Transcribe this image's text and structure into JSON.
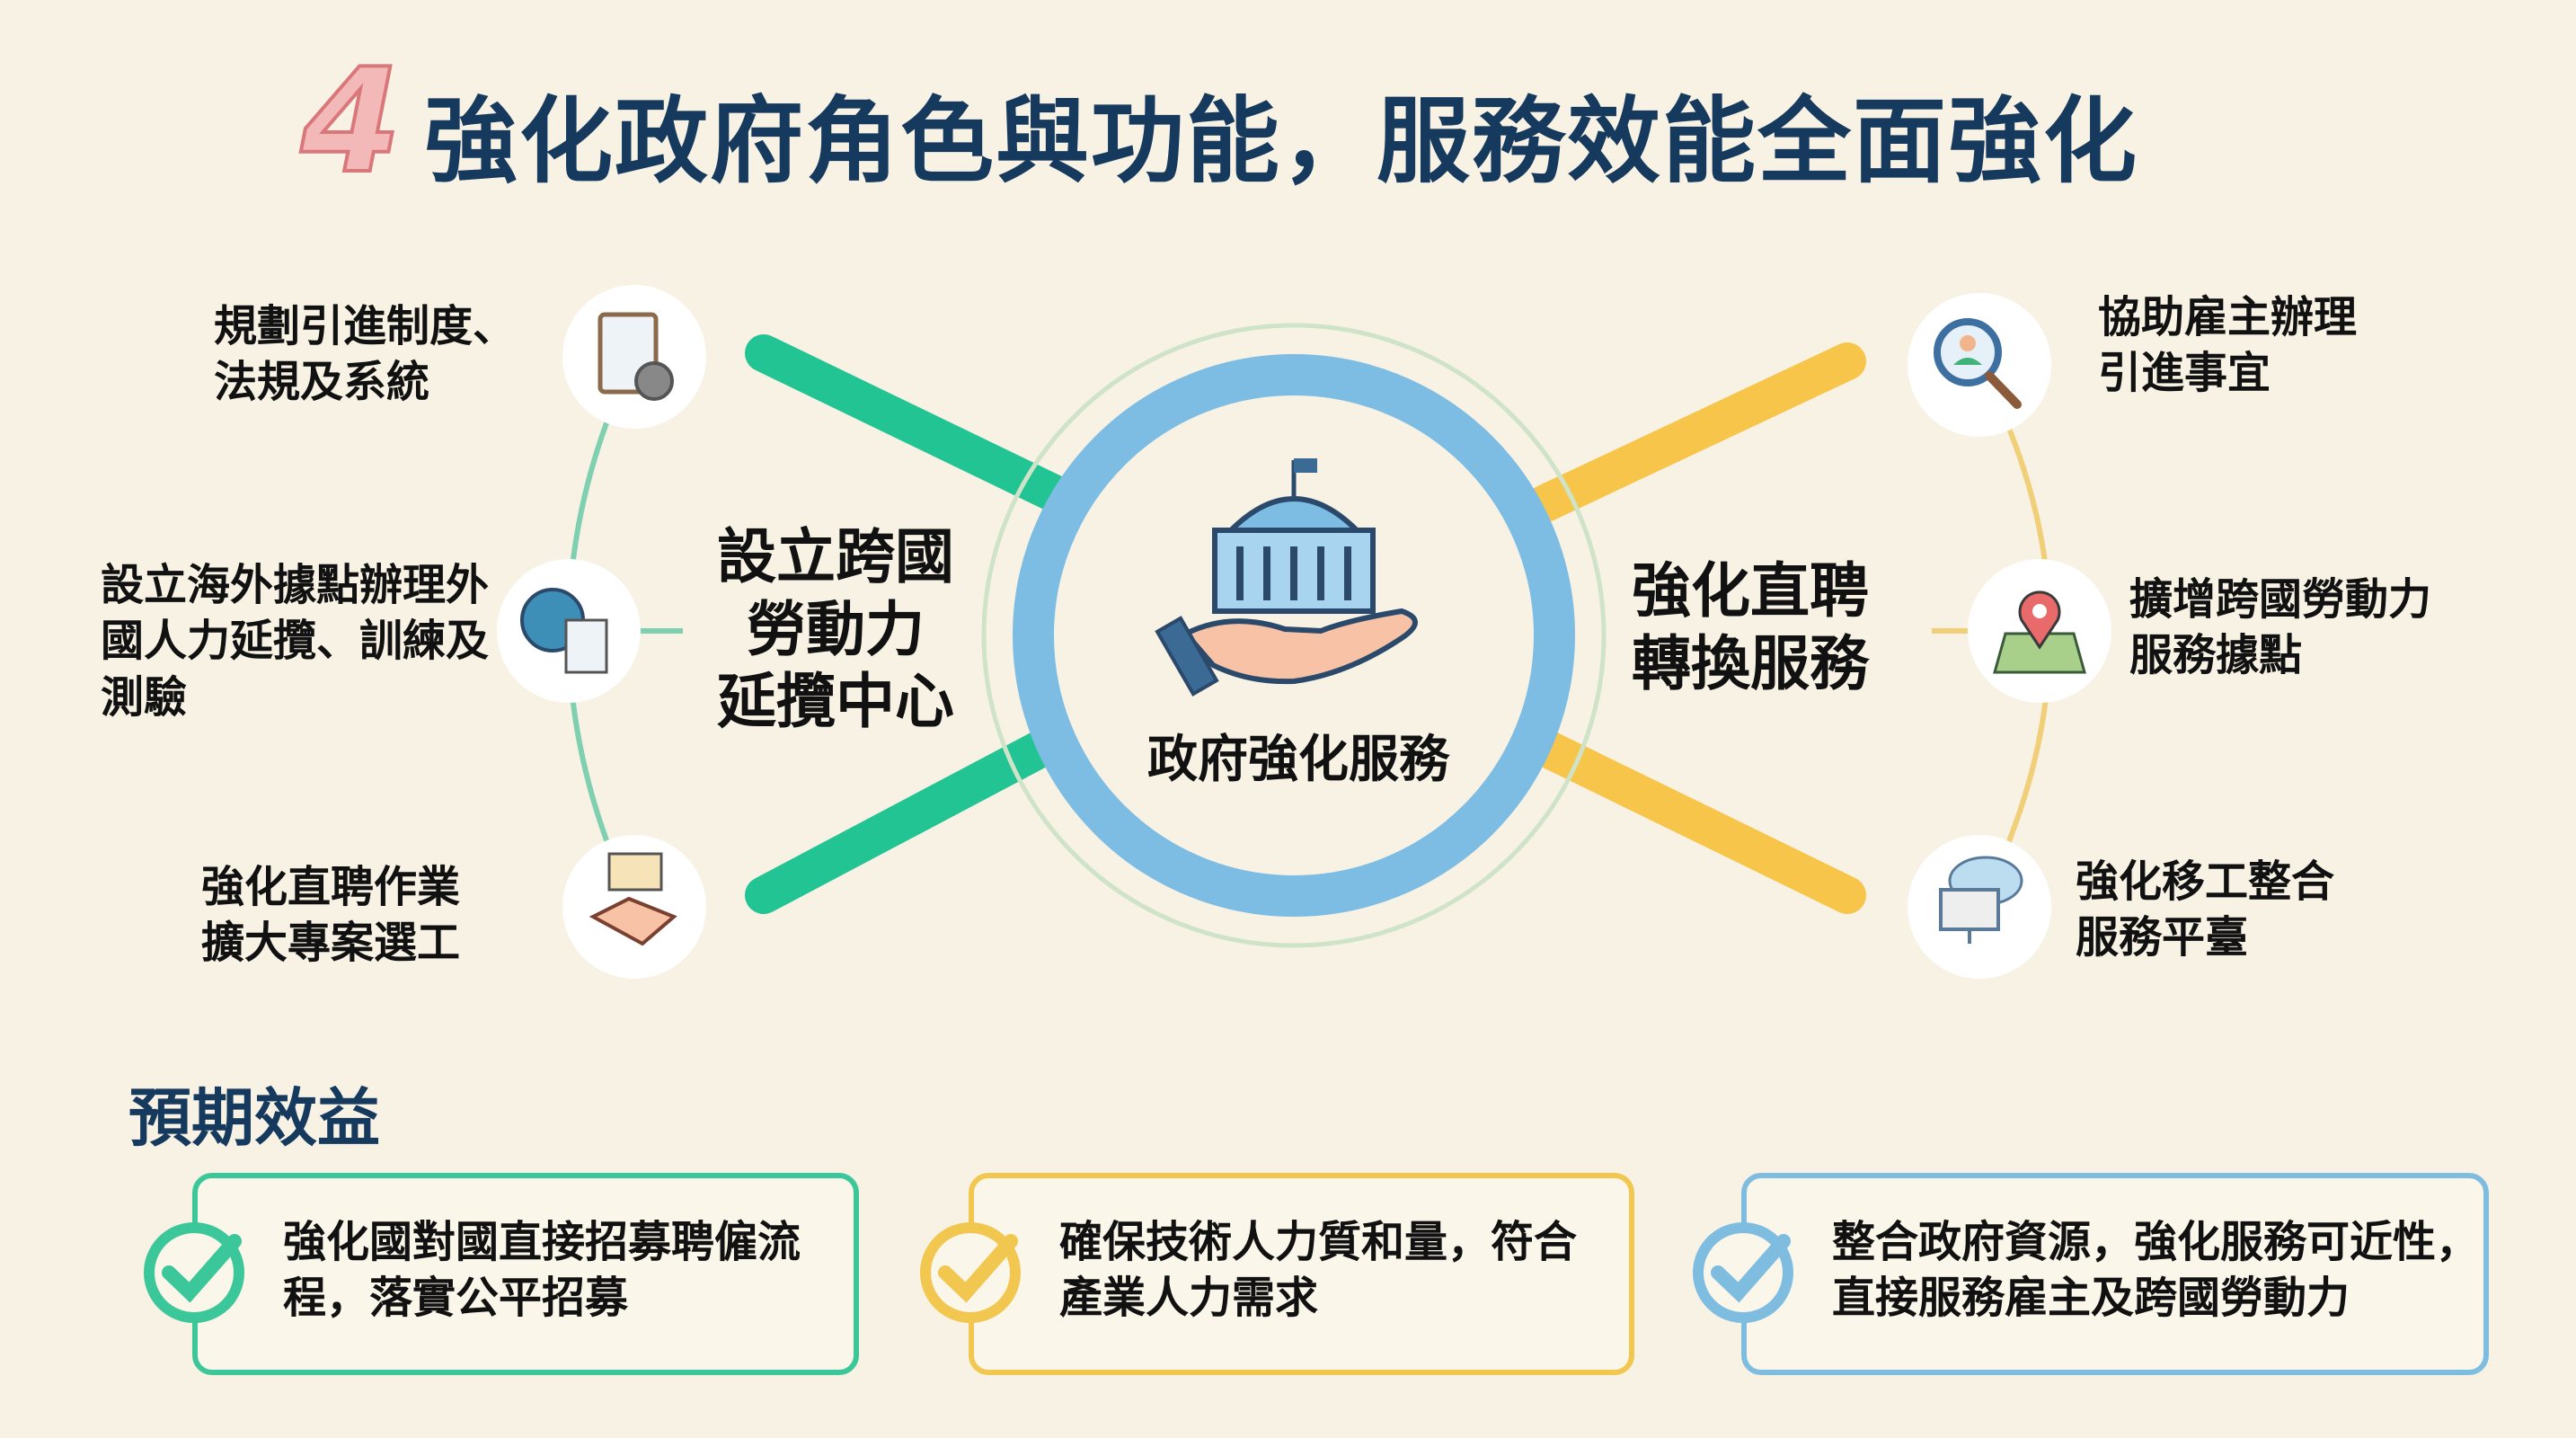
{
  "header": {
    "number": "4",
    "title": "強化政府角色與功能，服務效能全面強化"
  },
  "center": {
    "label": "政府強化服務",
    "icon": "government-building-hand-icon"
  },
  "left_hub": {
    "label_lines": [
      "設立跨國",
      "勞動力",
      "延攬中心"
    ],
    "color": "#22c493"
  },
  "right_hub": {
    "label_lines": [
      "強化直聘",
      "轉換服務"
    ],
    "color": "#f7c54a"
  },
  "left_items": [
    {
      "lines": [
        "規劃引進制度、",
        "法規及系統"
      ],
      "icon": "clipboard-gear-icon"
    },
    {
      "lines": [
        "設立海外據點辦理外",
        "國人力延攬、訓練及",
        "測驗"
      ],
      "icon": "globe-document-icon"
    },
    {
      "lines": [
        "強化直聘作業",
        "擴大專案選工"
      ],
      "icon": "handshake-id-card-icon"
    }
  ],
  "right_items": [
    {
      "lines": [
        "協助雇主辦理",
        "引進事宜"
      ],
      "icon": "magnifier-person-icon"
    },
    {
      "lines": [
        "擴增跨國勞動力",
        "服務據點"
      ],
      "icon": "map-pin-icon"
    },
    {
      "lines": [
        "強化移工整合",
        "服務平臺"
      ],
      "icon": "cloud-computer-icon"
    }
  ],
  "benefits": {
    "title": "預期效益",
    "items": [
      {
        "lines": [
          "強化國對國直接招募聘僱流",
          "程，落實公平招募"
        ],
        "color": "#3cc79a"
      },
      {
        "lines": [
          "確保技術人力質和量，符合",
          "產業人力需求"
        ],
        "color": "#f2c750"
      },
      {
        "lines": [
          "整合政府資源，強化服務可近性，",
          "直接服務雇主及跨國勞動力"
        ],
        "color": "#7fbde0"
      }
    ]
  },
  "colors": {
    "navy": "#163a5e",
    "blue_ring": "#7ebde3",
    "green": "#22c493",
    "yellow": "#f7c54a"
  }
}
